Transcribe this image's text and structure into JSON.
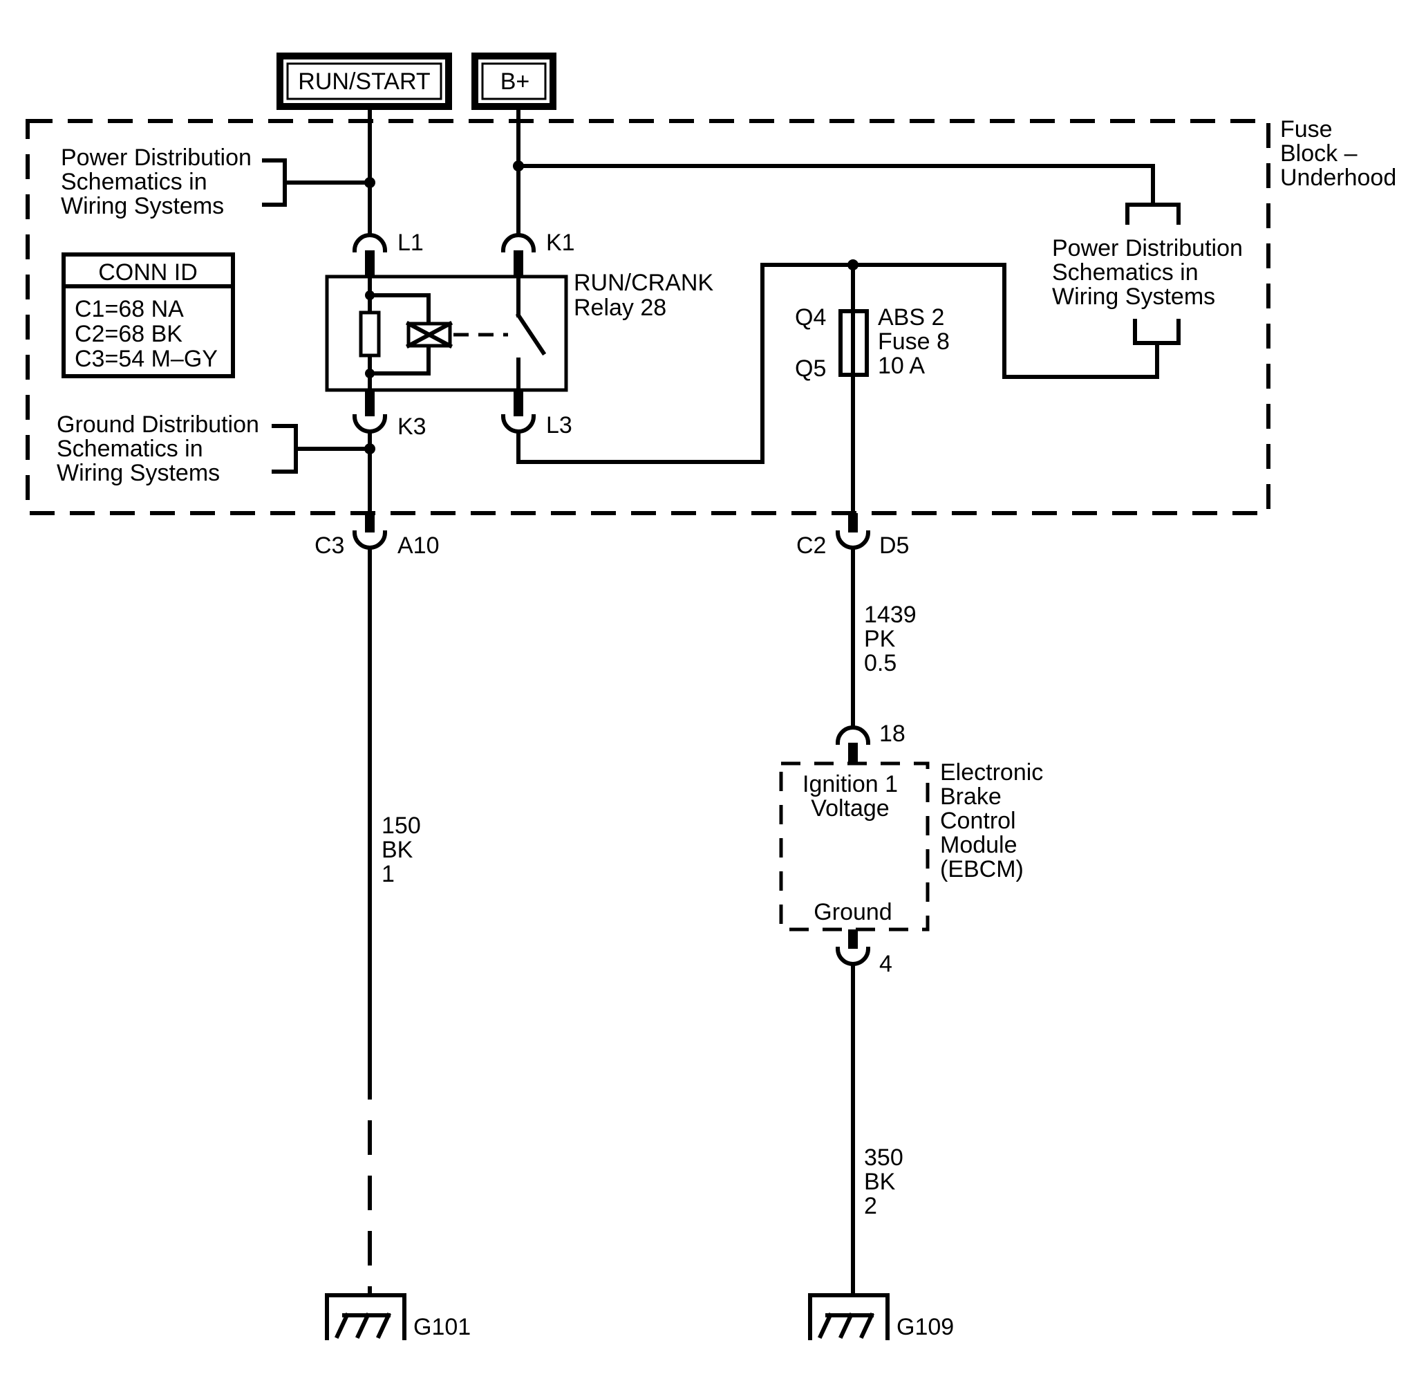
{
  "sources": {
    "run_start": "RUN/START",
    "b_plus": "B+"
  },
  "fuse_block": {
    "label": [
      "Fuse",
      "Block –",
      "Underhood"
    ]
  },
  "power_dist_left": [
    "Power Distribution",
    "Schematics in",
    "Wiring Systems"
  ],
  "power_dist_right": [
    "Power Distribution",
    "Schematics in",
    "Wiring Systems"
  ],
  "ground_dist": [
    "Ground Distribution",
    "Schematics in",
    "Wiring Systems"
  ],
  "conn_id": {
    "title": "CONN ID",
    "rows": [
      "C1=68 NA",
      "C2=68 BK",
      "C3=54 M–GY"
    ]
  },
  "relay": {
    "label": [
      "RUN/CRANK",
      "Relay 28"
    ],
    "pins": {
      "l1": "L1",
      "k1": "K1",
      "k3": "K3",
      "l3": "L3"
    }
  },
  "fuse": {
    "label": [
      "ABS 2",
      "Fuse 8",
      "10 A"
    ],
    "pin_top": "Q4",
    "pin_bottom": "Q5"
  },
  "connectors": {
    "left": {
      "conn": "C3",
      "pin": "A10"
    },
    "right": {
      "conn": "C2",
      "pin": "D5"
    }
  },
  "wires": {
    "w1439": [
      "1439",
      "PK",
      "0.5"
    ],
    "w150": [
      "150",
      "BK",
      "1"
    ],
    "w350": [
      "350",
      "BK",
      "2"
    ]
  },
  "ebcm": {
    "pin_top": "18",
    "pin_bottom": "4",
    "ignition": [
      "Ignition 1",
      "Voltage"
    ],
    "ground": "Ground",
    "label": [
      "Electronic",
      "Brake",
      "Control",
      "Module",
      "(EBCM)"
    ]
  },
  "grounds": {
    "left": "G101",
    "right": "G109"
  }
}
